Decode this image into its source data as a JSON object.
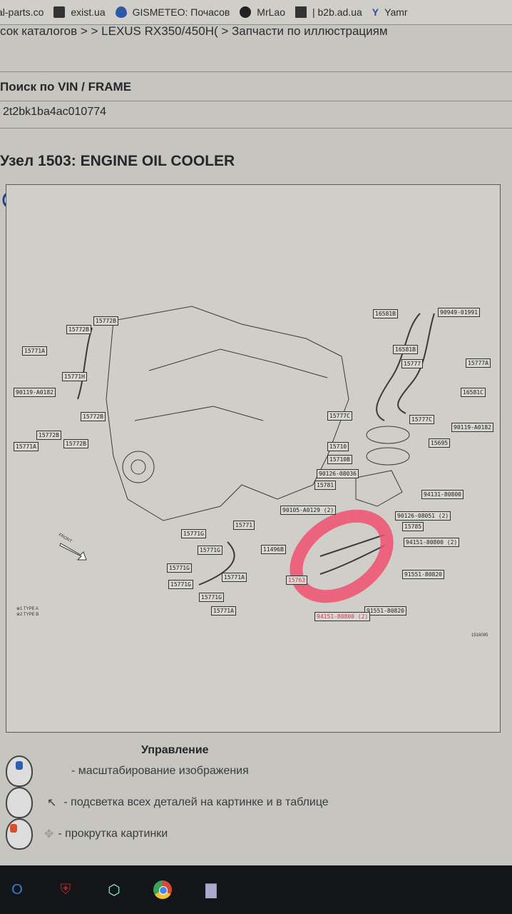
{
  "bookmarks": [
    {
      "label": "al-parts.co",
      "icon": "site-icon"
    },
    {
      "label": "exist.ua",
      "icon": "exist-icon"
    },
    {
      "label": "GISMETEO: Почасов",
      "icon": "gismeteo-drop-icon"
    },
    {
      "label": "MrLao",
      "icon": "mrlao-icon"
    },
    {
      "label": "| b2b.ad.ua",
      "icon": "b2b-icon"
    },
    {
      "label": "Yamr",
      "icon": "yandex-icon"
    }
  ],
  "breadcrumb": "сок каталогов > > LEXUS RX350/450H( > Запчасти по иллюстрациям",
  "vin_search": {
    "label": "Поиск по VIN / FRAME",
    "value": "2t2bk1ba4ac010774"
  },
  "title": "Узел 1503: ENGINE OIL COOLER",
  "diagram": {
    "labels": [
      "15772B",
      "15772B",
      "15771A",
      "15771H",
      "90119-A0182",
      "15772B",
      "15772B",
      "15772B",
      "15771A",
      "16581B",
      "90949-01991",
      "16581B",
      "15777",
      "15777A",
      "16581C",
      "15777C",
      "15777C",
      "90119-A0182",
      "15710",
      "15695",
      "15710B",
      "90126-08036",
      "15781",
      "94131-80800",
      "90105-A0129 (2)",
      "90126-08051 (2)",
      "15785",
      "11496B",
      "94151-80800 (2)",
      "15771",
      "15771G",
      "15771G",
      "15771G",
      "15771G",
      "15771A",
      "15771G",
      "15771A",
      "15763",
      "91551-80820",
      "91551-80820",
      "94151-80800 (2)"
    ],
    "figure_id": "1516095",
    "footnotes": [
      "※1 TYPE A",
      "※2 TYPE B"
    ],
    "front_label": "FRONT",
    "highlight_color": "#f0506e"
  },
  "controls": {
    "title": "Управление",
    "items": [
      "- масштабирование изображения",
      "- подсветка всех деталей на картинке и в таблице",
      "- прокрутка картинки"
    ]
  },
  "taskbar": [
    {
      "icon": "outlook-icon"
    },
    {
      "icon": "antivirus-icon"
    },
    {
      "icon": "shield-app-icon"
    },
    {
      "icon": "chrome-icon"
    },
    {
      "icon": "chart-app-icon"
    }
  ]
}
